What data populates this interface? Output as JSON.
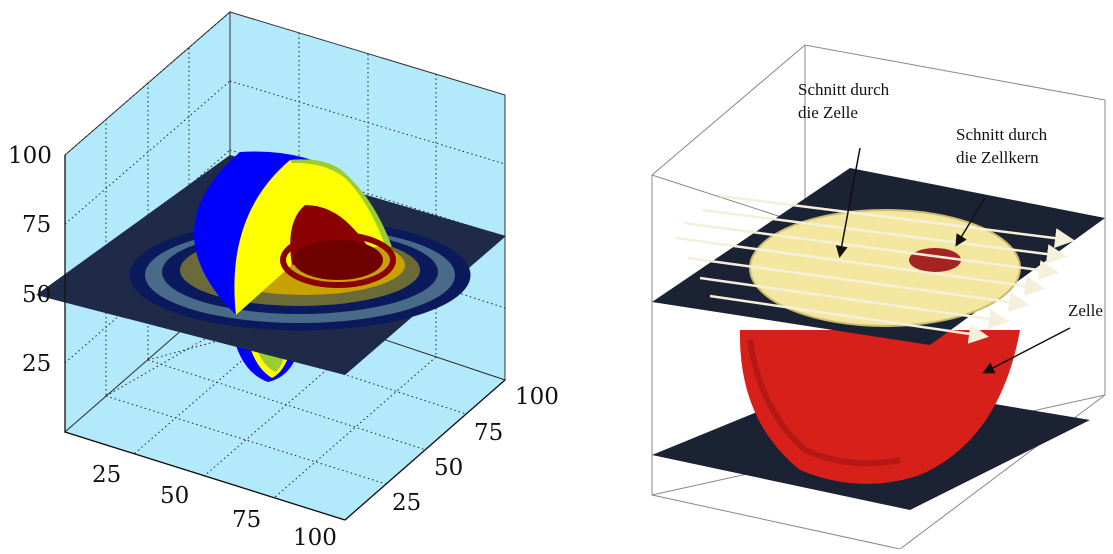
{
  "left_plot": {
    "z_ticks": [
      "100",
      "75",
      "50",
      "25"
    ],
    "x_ticks": [
      "25",
      "50",
      "75",
      "100"
    ],
    "y_ticks": [
      "100",
      "75",
      "50",
      "25"
    ],
    "colors": {
      "pane": "#b3eafb",
      "slice_plane": "#1f2a48",
      "outer_shell": "#0000ff",
      "middle_shell": "#ffff00",
      "inner_core": "#8b0000",
      "core_center": "#6e0000",
      "ring": "#0a1a5c"
    }
  },
  "right_diagram": {
    "label_cell_section": [
      "Schnitt durch",
      "die Zelle"
    ],
    "label_nucleus_section": [
      "Schnitt durch",
      "die Zellkern"
    ],
    "label_cell": "Zelle",
    "colors": {
      "cell": "#d8201a",
      "section_fill": "#f3e79f",
      "nucleus": "#a42323",
      "plane": "#1b2233",
      "arrows": "#f5f0dc"
    }
  }
}
